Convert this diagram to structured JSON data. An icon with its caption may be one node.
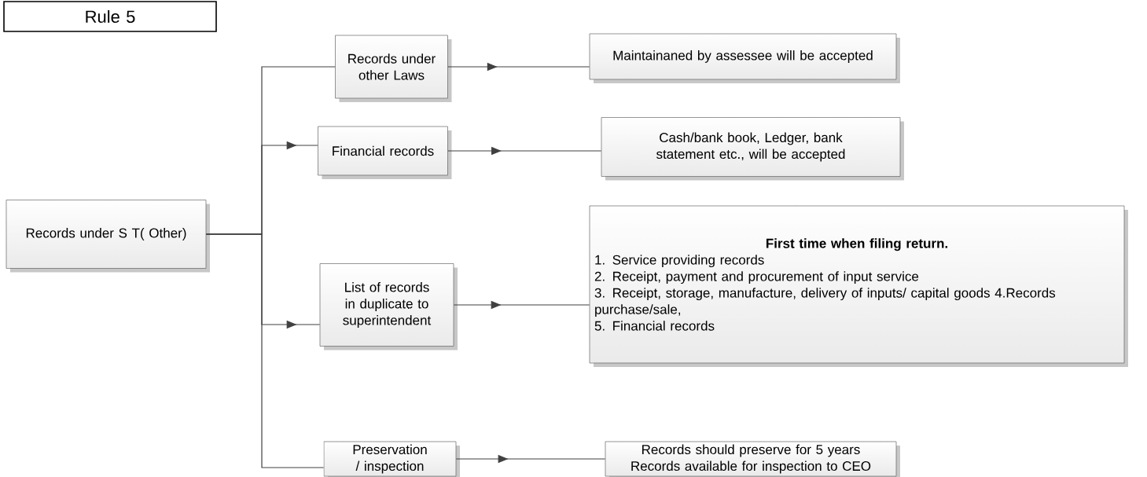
{
  "diagram": {
    "nodes": [
      {
        "text": [
          "Rule 5"
        ]
      },
      {
        "text": [
          "Records under S T( Other)"
        ]
      },
      {
        "text": [
          "Records under other Laws"
        ]
      },
      {
        "text": [
          "Maintainaned by assessee will be accepted"
        ]
      },
      {
        "text": [
          "Financial records"
        ]
      },
      {
        "text": [
          "Cash/bank book, Ledger, bank statement etc., will be accepted"
        ]
      },
      {
        "text": [
          "List of records in duplicate  to superintendent"
        ]
      },
      {
        "text": [
          "First time when filing return.",
          "1. Service providing records",
          "2. Receipt, payment and procurement of input service",
          "3. Receipt, storage, manufacture, delivery of inputs/ capital goods 4.Records purchase/sale,",
          "5. Financial records"
        ]
      },
      {
        "text": [
          "Preservation / inspection"
        ]
      },
      {
        "text": [
          "Records should preserve for 5 years",
          "Records available for inspection to CEO"
        ]
      }
    ],
    "edges": [
      {
        "from": 1,
        "to": 2,
        "arrow": "none"
      },
      {
        "from": 1,
        "to": 4,
        "arrow": "to"
      },
      {
        "from": 1,
        "to": 6,
        "arrow": "to"
      },
      {
        "from": 1,
        "to": 8,
        "arrow": "none"
      },
      {
        "from": 2,
        "to": 3,
        "arrow": "to"
      },
      {
        "from": 4,
        "to": 5,
        "arrow": "to"
      },
      {
        "from": 6,
        "to": 7,
        "arrow": "to"
      },
      {
        "from": 8,
        "to": 9,
        "arrow": "to"
      }
    ]
  }
}
